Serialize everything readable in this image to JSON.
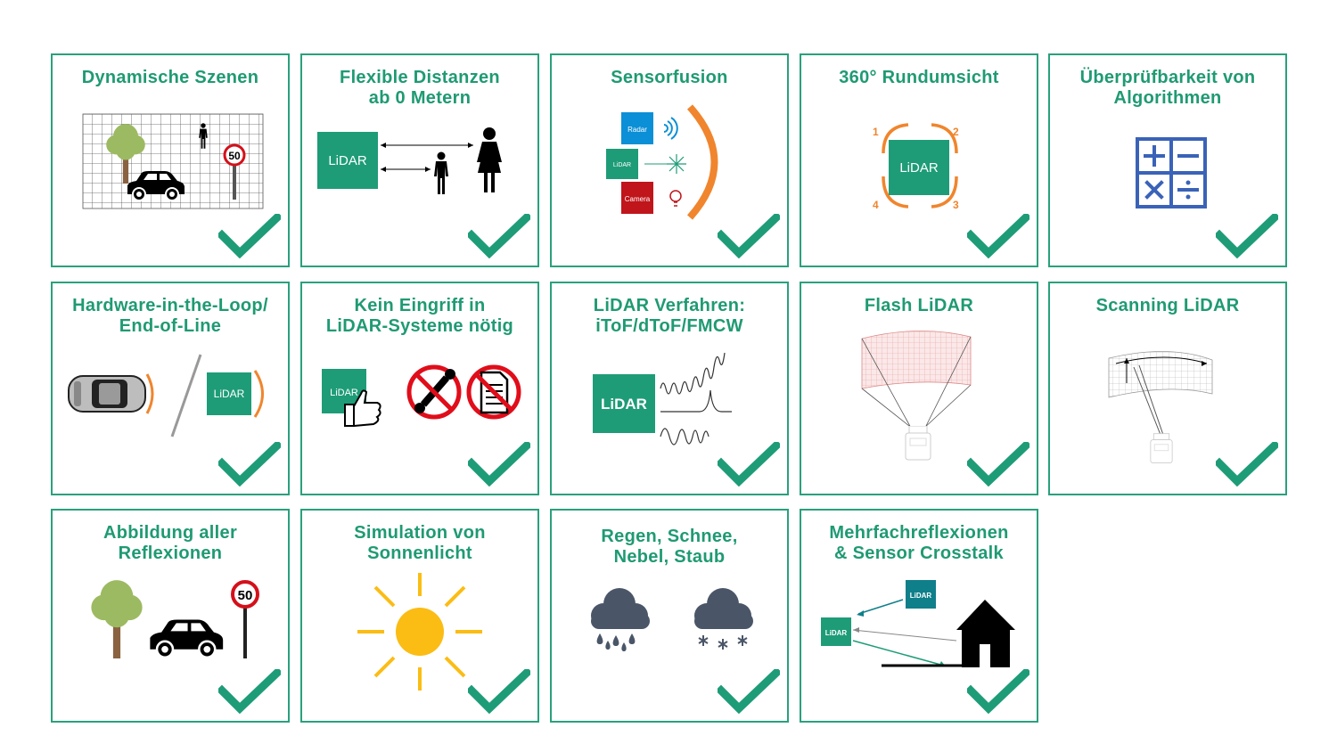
{
  "colors": {
    "green_border": "#2aa07c",
    "green_title": "#1f9a73",
    "lidar_box": "#1e9c77",
    "lidar_box_teal": "#0f7f8a",
    "check_green": "#1e9c77",
    "orange": "#f0852d",
    "radar_blue": "#0b8fd6",
    "camera_red": "#c0151b",
    "calculator_blue": "#3a63b8",
    "sun_yellow": "#fbbc14",
    "cloud_gray": "#4a5668",
    "tree_green": "#9cba61",
    "tree_trunk": "#8a6240"
  },
  "tiles": [
    {
      "id": "dynamische-szenen",
      "title": "Dynamische Szenen",
      "icon": "scene-grid-icon",
      "sign": "50"
    },
    {
      "id": "flexible-distanzen",
      "title": "Flexible Distanzen\nab 0 Metern",
      "icon": "distance-icon",
      "lidar": "LiDAR"
    },
    {
      "id": "sensorfusion",
      "title": "Sensorfusion",
      "icon": "sensor-fusion-icon",
      "radar": "Radar",
      "lidar": "LiDAR",
      "camera": "Camera"
    },
    {
      "id": "rundumsicht",
      "title": "360° Rundumsicht",
      "icon": "surround-view-icon",
      "lidar": "LiDAR",
      "q1": "1",
      "q2": "2",
      "q3": "3",
      "q4": "4"
    },
    {
      "id": "ueberpruefbarkeit",
      "title": "Überprüfbarkeit  von\nAlgorithmen",
      "icon": "calculator-icon"
    },
    {
      "id": "hardware-in-the-loop",
      "title": "Hardware-in-the-Loop/\nEnd-of-Line",
      "icon": "hil-icon",
      "lidar": "LiDAR"
    },
    {
      "id": "kein-eingriff",
      "title": "Kein Eingriff in\nLiDAR-Systeme nötig",
      "icon": "no-intervention-icon",
      "lidar": "LiDAR"
    },
    {
      "id": "verfahren",
      "title": "LiDAR Verfahren:\niToF/dToF/FMCW",
      "icon": "waveform-icon",
      "lidar": "LiDAR"
    },
    {
      "id": "flash-lidar",
      "title": "Flash LiDAR",
      "icon": "flash-lidar-icon"
    },
    {
      "id": "scanning-lidar",
      "title": "Scanning LiDAR",
      "icon": "scanning-lidar-icon"
    },
    {
      "id": "abbildung-reflexionen",
      "title": "Abbildung aller\nReflexionen",
      "icon": "reflections-icon",
      "sign": "50"
    },
    {
      "id": "sonnenlicht",
      "title": "Simulation von\nSonnenlicht",
      "icon": "sun-icon"
    },
    {
      "id": "wetter",
      "title": "Regen, Schnee,\nNebel, Staub",
      "icon": "weather-icon"
    },
    {
      "id": "mehrfachreflexionen",
      "title": "Mehrfachreflexionen\n& Sensor Crosstalk",
      "icon": "crosstalk-icon",
      "lidar_a": "LiDAR",
      "lidar_b": "LiDAR"
    }
  ]
}
